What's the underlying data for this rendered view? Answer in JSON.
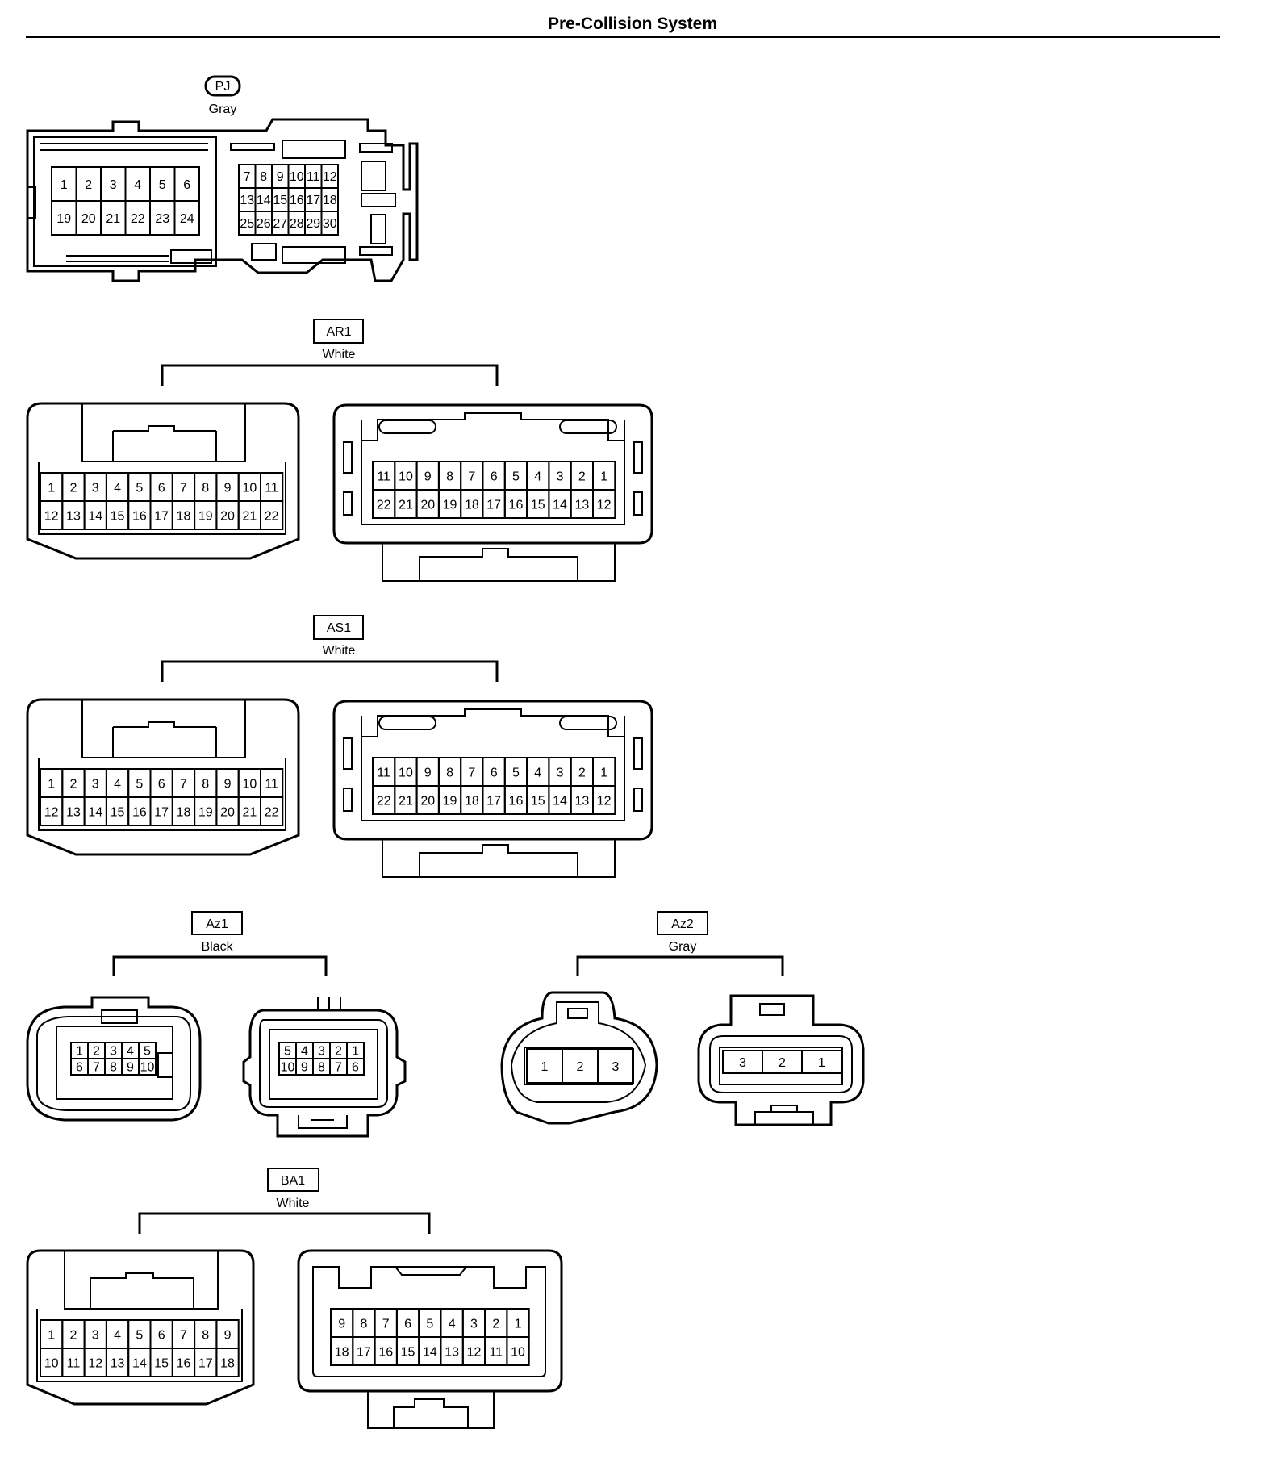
{
  "page": {
    "title": "Pre-Collision System"
  },
  "connectors": {
    "PJ": {
      "code": "PJ",
      "color": "Gray",
      "pins": {
        "left": [
          [
            "1",
            "2",
            "3",
            "4",
            "5",
            "6"
          ],
          [
            "19",
            "20",
            "21",
            "22",
            "23",
            "24"
          ]
        ],
        "right": [
          [
            "7",
            "8",
            "9",
            "10",
            "11",
            "12"
          ],
          [
            "13",
            "14",
            "15",
            "16",
            "17",
            "18"
          ],
          [
            "25",
            "26",
            "27",
            "28",
            "29",
            "30"
          ]
        ]
      }
    },
    "AR1": {
      "code": "AR1",
      "color": "White",
      "pins": {
        "left": [
          [
            "1",
            "2",
            "3",
            "4",
            "5",
            "6",
            "7",
            "8",
            "9",
            "10",
            "11"
          ],
          [
            "12",
            "13",
            "14",
            "15",
            "16",
            "17",
            "18",
            "19",
            "20",
            "21",
            "22"
          ]
        ],
        "right": [
          [
            "11",
            "10",
            "9",
            "8",
            "7",
            "6",
            "5",
            "4",
            "3",
            "2",
            "1"
          ],
          [
            "22",
            "21",
            "20",
            "19",
            "18",
            "17",
            "16",
            "15",
            "14",
            "13",
            "12"
          ]
        ]
      }
    },
    "AS1": {
      "code": "AS1",
      "color": "White",
      "pins": {
        "left": [
          [
            "1",
            "2",
            "3",
            "4",
            "5",
            "6",
            "7",
            "8",
            "9",
            "10",
            "11"
          ],
          [
            "12",
            "13",
            "14",
            "15",
            "16",
            "17",
            "18",
            "19",
            "20",
            "21",
            "22"
          ]
        ],
        "right": [
          [
            "11",
            "10",
            "9",
            "8",
            "7",
            "6",
            "5",
            "4",
            "3",
            "2",
            "1"
          ],
          [
            "22",
            "21",
            "20",
            "19",
            "18",
            "17",
            "16",
            "15",
            "14",
            "13",
            "12"
          ]
        ]
      }
    },
    "Az1": {
      "code": "Az1",
      "color": "Black",
      "pins": {
        "left": [
          [
            "1",
            "2",
            "3",
            "4",
            "5"
          ],
          [
            "6",
            "7",
            "8",
            "9",
            "10"
          ]
        ],
        "right": [
          [
            "5",
            "4",
            "3",
            "2",
            "1"
          ],
          [
            "10",
            "9",
            "8",
            "7",
            "6"
          ]
        ]
      }
    },
    "Az2": {
      "code": "Az2",
      "color": "Gray",
      "pins": {
        "left": [
          [
            "1",
            "2",
            "3"
          ]
        ],
        "right": [
          [
            "3",
            "2",
            "1"
          ]
        ]
      }
    },
    "BA1": {
      "code": "BA1",
      "color": "White",
      "pins": {
        "left": [
          [
            "1",
            "2",
            "3",
            "4",
            "5",
            "6",
            "7",
            "8",
            "9"
          ],
          [
            "10",
            "11",
            "12",
            "13",
            "14",
            "15",
            "16",
            "17",
            "18"
          ]
        ],
        "right": [
          [
            "9",
            "8",
            "7",
            "6",
            "5",
            "4",
            "3",
            "2",
            "1"
          ],
          [
            "18",
            "17",
            "16",
            "15",
            "14",
            "13",
            "12",
            "11",
            "10"
          ]
        ]
      }
    }
  }
}
